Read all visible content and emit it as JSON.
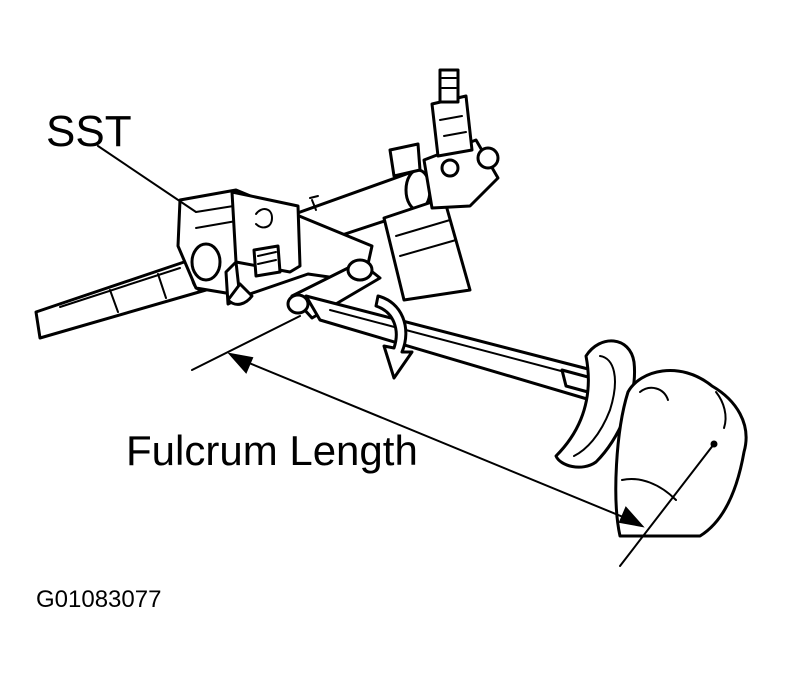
{
  "labels": {
    "sst": "SST",
    "fulcrum_length": "Fulcrum Length",
    "figure_code": "G01083077"
  }
}
